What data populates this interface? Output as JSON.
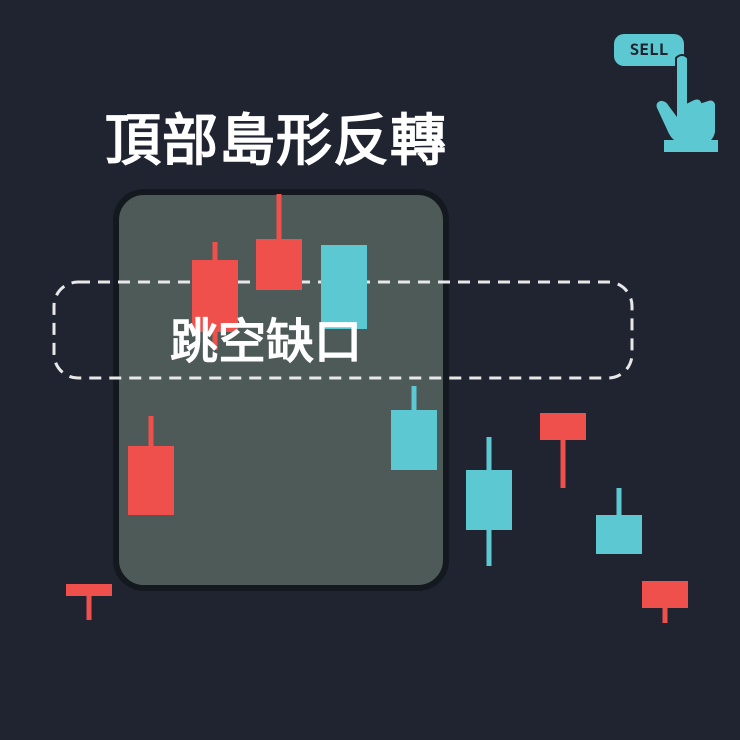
{
  "title": "頂部島形反轉",
  "gap_label": "跳空缺口",
  "sell_label": "SELL",
  "icons": {
    "hand": "hand-pointer-icon"
  },
  "colors": {
    "background": "#1f2430",
    "bull": "#f0504c",
    "bear": "#5cc8d2",
    "island_box": "#4e5a57",
    "gap_border": "#e8e8e8"
  },
  "chart_data": {
    "type": "candlestick",
    "title": "頂部島形反轉",
    "annotation": "跳空缺口",
    "candles": [
      {
        "color": "bull",
        "open": 0.22,
        "close": 0.18,
        "high": 0.22,
        "low": 0.1
      },
      {
        "color": "bull",
        "open": 0.45,
        "close": 0.68,
        "high": 0.78,
        "low": 0.45
      },
      {
        "color": "bull",
        "open": 1.06,
        "close": 1.3,
        "high": 1.36,
        "low": 1.0
      },
      {
        "color": "bull",
        "open": 1.2,
        "close": 1.37,
        "high": 1.52,
        "low": 1.2
      },
      {
        "color": "bear",
        "open": 1.35,
        "close": 1.07,
        "high": 1.35,
        "low": 1.07
      },
      {
        "color": "bear",
        "open": 0.8,
        "close": 0.6,
        "high": 0.88,
        "low": 0.6
      },
      {
        "color": "bear",
        "open": 0.6,
        "close": 0.4,
        "high": 0.71,
        "low": 0.28
      },
      {
        "color": "bull",
        "open": 0.7,
        "close": 0.79,
        "high": 0.79,
        "low": 0.54
      },
      {
        "color": "bear",
        "open": 0.45,
        "close": 0.32,
        "high": 0.54,
        "low": 0.32
      },
      {
        "color": "bull",
        "open": 0.23,
        "close": 0.14,
        "high": 0.23,
        "low": 0.09
      }
    ],
    "island_range": [
      2,
      4
    ],
    "gap_level": 0.9
  }
}
